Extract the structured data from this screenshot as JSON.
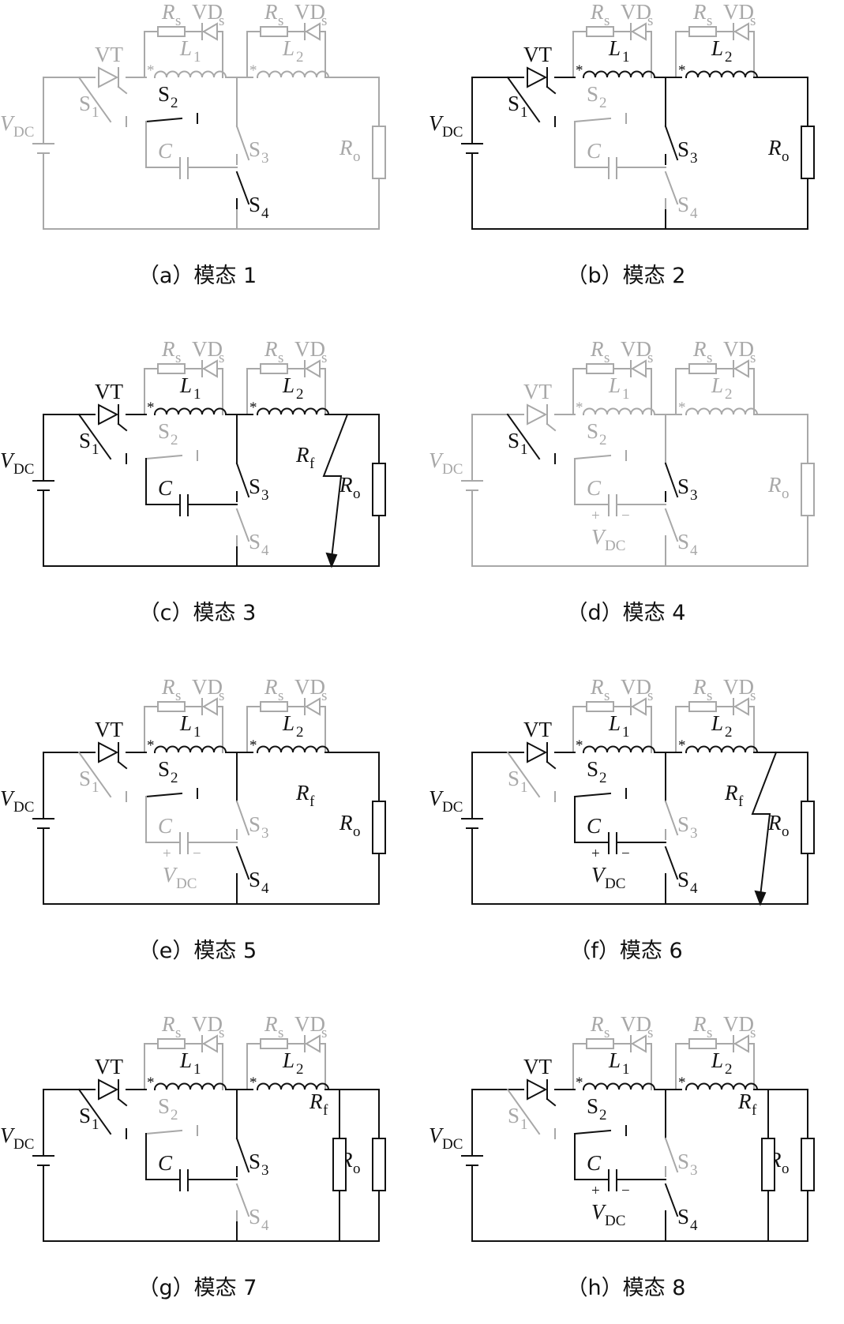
{
  "figure": {
    "colors": {
      "active": "#111111",
      "inactive": "#a8a8a8"
    },
    "labels": {
      "resistor_s": "R",
      "resistor_s_sub": "s",
      "diode_s": "VD",
      "diode_s_sub": "s",
      "thyristor": "VT",
      "inductor1": "L",
      "inductor1_sub": "1",
      "inductor2": "L",
      "inductor2_sub": "2",
      "source": "V",
      "source_sub": "DC",
      "switch_letter": "S",
      "capacitor": "C",
      "load": "R",
      "load_sub": "o",
      "fault": "R",
      "fault_sub": "f",
      "dot": "*",
      "plus": "+",
      "minus": "−"
    },
    "panels": [
      {
        "caption": "（a）模态 1",
        "state": {
          "main": "inactive",
          "vt": "inactive",
          "l1": "inactive",
          "l2": "inactive",
          "s1": "inactive",
          "s2": "active",
          "s3": "inactive",
          "s4": "active",
          "cap": "inactive",
          "cap_voltage": false,
          "fault": "none",
          "loops": []
        }
      },
      {
        "caption": "（b）模态 2",
        "state": {
          "main": "active",
          "vt": "active",
          "l1": "active",
          "l2": "active",
          "s1": "active",
          "s2": "inactive",
          "s3": "active",
          "s4": "inactive",
          "cap": "inactive",
          "cap_voltage": false,
          "fault": "none",
          "loops": []
        }
      },
      {
        "caption": "（c）模态 3",
        "state": {
          "main": "active",
          "vt": "active",
          "l1": "active",
          "l2": "active",
          "s1": "active",
          "s2": "inactive",
          "s3": "active",
          "s4": "inactive",
          "cap": "active",
          "cap_voltage": false,
          "fault": "arrow",
          "loops": [
            "left"
          ]
        }
      },
      {
        "caption": "（d）模态 4",
        "state": {
          "main": "inactive",
          "vt": "inactive",
          "l1": "inactive",
          "l2": "inactive",
          "s1": "active",
          "s2": "inactive",
          "s3": "active",
          "s4": "inactive",
          "cap": "inactive",
          "cap_voltage": true,
          "fault": "none",
          "loops": []
        }
      },
      {
        "caption": "（e）模态 5",
        "state": {
          "main": "active",
          "vt": "active",
          "l1": "active",
          "l2": "active",
          "s1": "inactive",
          "s2": "active",
          "s3": "inactive",
          "s4": "active",
          "cap": "inactive",
          "cap_voltage": true,
          "fault": "label",
          "loops": []
        }
      },
      {
        "caption": "（f）模态 6",
        "state": {
          "main": "active",
          "vt": "active",
          "l1": "active",
          "l2": "active",
          "s1": "inactive",
          "s2": "active",
          "s3": "inactive",
          "s4": "active",
          "cap": "active",
          "cap_voltage": true,
          "fault": "arrow",
          "loops": [
            "left",
            "right"
          ]
        }
      },
      {
        "caption": "（g）模态 7",
        "state": {
          "main": "active",
          "vt": "active",
          "l1": "active",
          "l2": "active",
          "s1": "active",
          "s2": "inactive",
          "s3": "active",
          "s4": "inactive",
          "cap": "active",
          "cap_voltage": false,
          "fault": "resistor",
          "loops": [
            "left"
          ]
        }
      },
      {
        "caption": "（h）模态 8",
        "state": {
          "main": "active",
          "vt": "active",
          "l1": "active",
          "l2": "active",
          "s1": "inactive",
          "s2": "active",
          "s3": "inactive",
          "s4": "active",
          "cap": "active",
          "cap_voltage": true,
          "fault": "resistor",
          "loops": [
            "left",
            "right"
          ]
        }
      }
    ]
  }
}
